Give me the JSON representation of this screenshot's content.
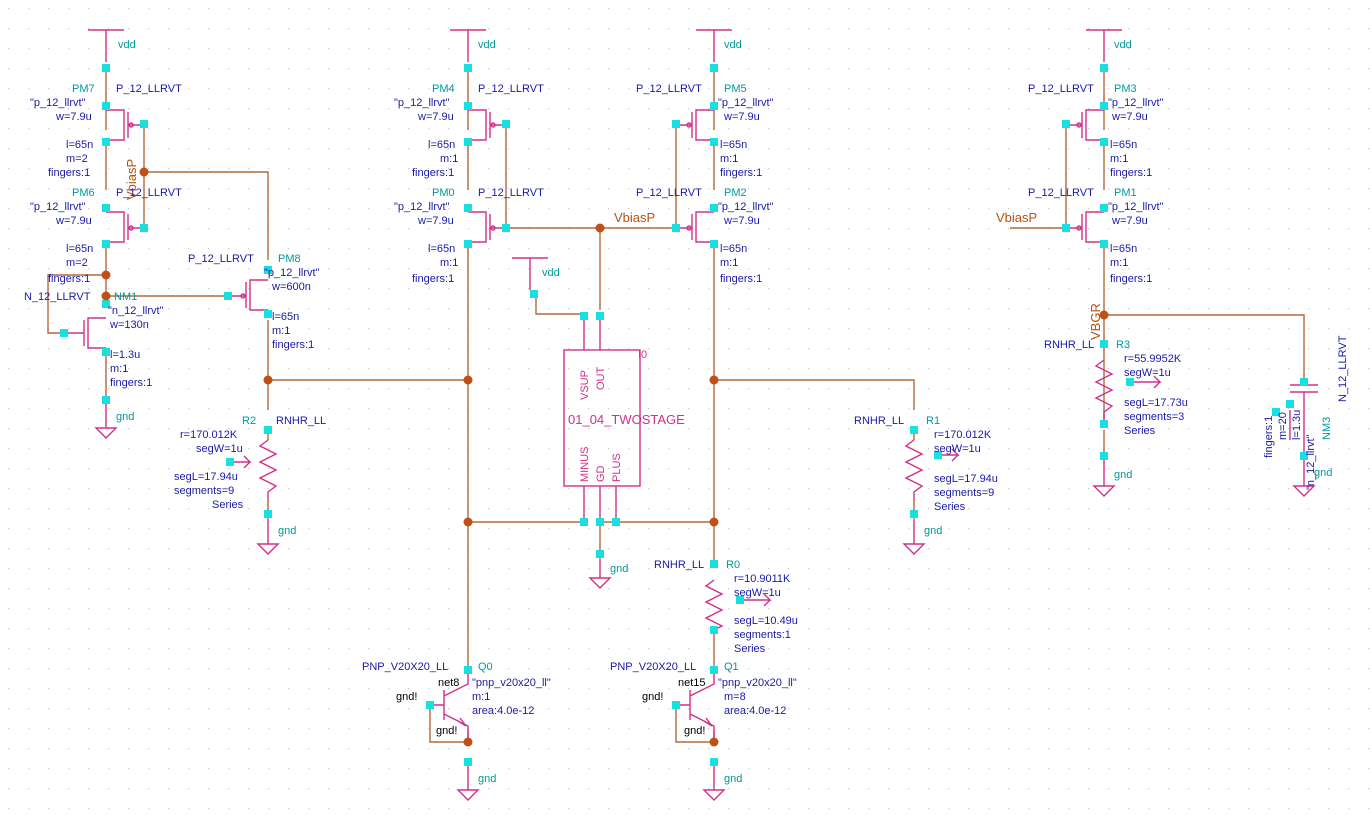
{
  "schematic": {
    "colors": {
      "background": "#ffffff",
      "grid": "#d8d8d8",
      "wire": "#b06a3a",
      "device": "#d0308a",
      "pin": "#18e0e0",
      "dot": "#c0501a",
      "label_model": "#1a1aa8",
      "label_inst": "#009999",
      "label_net": "#b85010"
    },
    "nets": {
      "vdd": "vdd",
      "gnd": "gnd",
      "gnd_bang": "gnd!",
      "vbiasp": "VbiasP",
      "vbgr": "VBGR",
      "net8": "net8",
      "net15": "net15"
    },
    "pmos_model": "P_12_LLRVT",
    "nmos_model": "N_12_LLRVT",
    "res_model": "RNHR_LL",
    "pnp_model": "PNP_V20X20_LL",
    "pmos_cell": "\"p_12_llrvt\"",
    "nmos_cell": "\"n_12_llrvt\"",
    "pnp_cell": "\"pnp_v20x20_ll\"",
    "devices": {
      "pm7": {
        "name": "PM7",
        "w": "w=7.9u",
        "l": "l=65n",
        "m": "m=2",
        "f": "fingers:1"
      },
      "pm6": {
        "name": "PM6",
        "w": "w=7.9u",
        "l": "l=65n",
        "m": "m=2",
        "f": "fingers:1"
      },
      "pm4": {
        "name": "PM4",
        "w": "w=7.9u",
        "l": "l=65n",
        "m": "m:1",
        "f": "fingers:1"
      },
      "pm0": {
        "name": "PM0",
        "w": "w=7.9u",
        "l": "l=65n",
        "m": "m:1",
        "f": "fingers:1"
      },
      "pm5": {
        "name": "PM5",
        "w": "w=7.9u",
        "l": "l=65n",
        "m": "m:1",
        "f": "fingers:1"
      },
      "pm2": {
        "name": "PM2",
        "w": "w=7.9u",
        "l": "l=65n",
        "m": "m:1",
        "f": "fingers:1"
      },
      "pm3": {
        "name": "PM3",
        "w": "w=7.9u",
        "l": "l=65n",
        "m": "m:1",
        "f": "fingers:1"
      },
      "pm1": {
        "name": "PM1",
        "w": "w=7.9u",
        "l": "l=65n",
        "m": "m:1",
        "f": "fingers:1"
      },
      "pm8": {
        "name": "PM8",
        "w": "w=600n",
        "l": "l=65n",
        "m": "m:1",
        "f": "fingers:1"
      },
      "nm1": {
        "name": "NM1",
        "w": "w=130n",
        "l": "l=1.3u",
        "m": "m:1",
        "f": "fingers:1"
      },
      "nm3": {
        "name": "NM3",
        "l": "l=1.3u",
        "m": "m=20",
        "f": "fingers:1"
      },
      "r2": {
        "name": "R2",
        "r": "r=170.012K",
        "segw": "segW=1u",
        "segl": "segL=17.94u",
        "seg": "segments=9",
        "series": "Series"
      },
      "r1": {
        "name": "R1",
        "r": "r=170.012K",
        "segw": "segW=1u",
        "segl": "segL=17.94u",
        "seg": "segments=9",
        "series": "Series"
      },
      "r3": {
        "name": "R3",
        "r": "r=55.9952K",
        "segw": "segW=1u",
        "segl": "segL=17.73u",
        "seg": "segments=3",
        "series": "Series"
      },
      "r0": {
        "name": "R0",
        "r": "r=10.9011K",
        "segw": "segW=1u",
        "segl": "segL=10.49u",
        "seg": "segments:1",
        "series": "Series"
      },
      "q0": {
        "name": "Q0",
        "m": "m:1",
        "area": "area:4.0e-12"
      },
      "q1": {
        "name": "Q1",
        "m": "m=8",
        "area": "area:4.0e-12"
      }
    },
    "opamp": {
      "inst": "I0",
      "cell": "01_04_TWOSTAGE",
      "pins": {
        "vsup": "VSUP",
        "out": "OUT",
        "minus": "MINUS",
        "gd": "GD",
        "plus": "PLUS"
      }
    }
  }
}
